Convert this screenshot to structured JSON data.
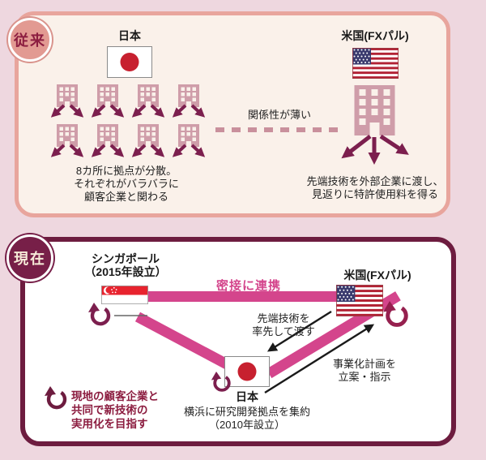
{
  "colors": {
    "page_bg": "#eed7df",
    "accent_magenta": "#d4458c",
    "arrow_maroon": "#7c1f4e",
    "dark_red_text": "#8c1d40",
    "panel_before_bg": "#faf1ea",
    "panel_before_border": "#e8a59d",
    "panel_now_border": "#6d1c3f",
    "building_pink": "#cf9da9"
  },
  "before": {
    "badge_label": "従来",
    "japan_label": "日本",
    "usa_label": "米国(FXパル)",
    "relationship_note": "関係性が薄い",
    "bases_note": [
      "8カ所に拠点が分散。",
      "それぞれがバラバラに",
      "顧客企業と関わる"
    ],
    "bases_count": 8,
    "usa_note": [
      "先端技術を外部企業に渡し、",
      "見返りに特許使用料を得る"
    ]
  },
  "now": {
    "badge_label": "現在",
    "singapore_label": "シンガポール",
    "singapore_sub": "（2015年設立）",
    "usa_label": "米国(FXパル)",
    "japan_label": "日本",
    "japan_sub1": "横浜に研究開発拠点を集約",
    "japan_sub2": "（2010年設立）",
    "link_label": "密接に連携",
    "tech_note": [
      "先端技術を",
      "率先して渡す"
    ],
    "plan_note": [
      "事業化計画を",
      "立案・指示"
    ],
    "local_note": [
      "現地の顧客企業と",
      "共同で新技術の",
      "実用化を目指す"
    ]
  }
}
